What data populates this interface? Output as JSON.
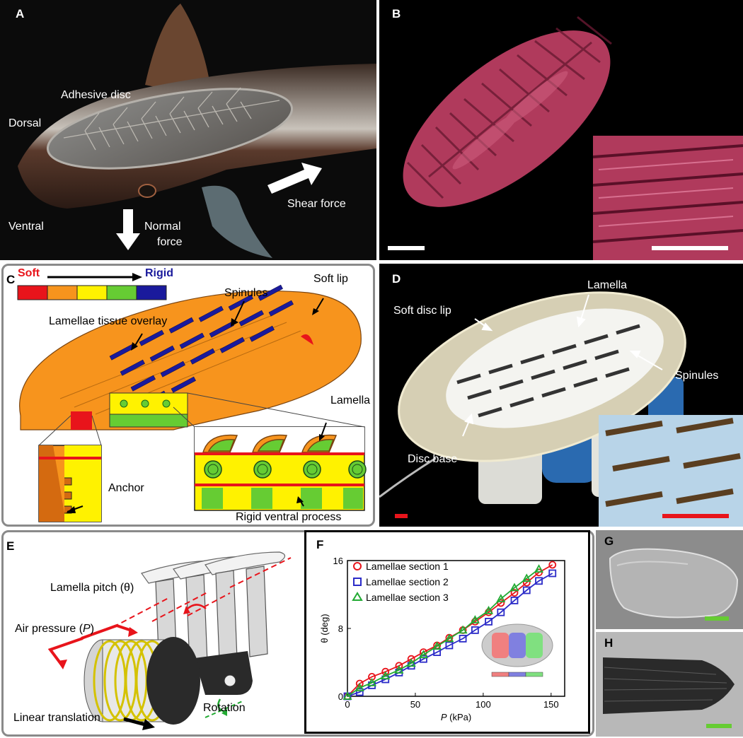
{
  "panels": {
    "A": {
      "label": "A",
      "annotations": {
        "adhesive_disc": "Adhesive disc",
        "dorsal": "Dorsal",
        "ventral": "Ventral",
        "normal_force_1": "Normal",
        "normal_force_2": "force",
        "shear_force": "Shear force"
      }
    },
    "B": {
      "label": "B"
    },
    "C": {
      "label": "C",
      "scale_soft": "Soft",
      "scale_rigid": "Rigid",
      "scale_colors": [
        "#e8141b",
        "#f7941d",
        "#fff200",
        "#66cc33",
        "#1a1a9c"
      ],
      "annotations": {
        "spinules": "Spinules",
        "soft_lip": "Soft lip",
        "tissue_overlay": "Lamellae tissue overlay",
        "lamella": "Lamella",
        "anchor": "Anchor",
        "ventral_process": "Rigid ventral process"
      }
    },
    "D": {
      "label": "D",
      "annotations": {
        "lamella": "Lamella",
        "soft_disc_lip": "Soft disc lip",
        "spinules": "Spinules",
        "disc_base": "Disc base"
      }
    },
    "E": {
      "label": "E",
      "annotations": {
        "lamella_pitch": "Lamella pitch (θ)",
        "air_pressure_prefix": "Air pressure (",
        "air_pressure_var": "P",
        "air_pressure_suffix": ")",
        "rotation": "Rotation",
        "linear_translation": "Linear translation"
      }
    },
    "F": {
      "label": "F"
    },
    "G": {
      "label": "G"
    },
    "H": {
      "label": "H"
    }
  },
  "chart_data": {
    "type": "scatter",
    "xlabel_var": "P",
    "xlabel_unit": " (kPa)",
    "ylabel": "θ (deg)",
    "xlim": [
      0,
      160
    ],
    "ylim": [
      0,
      16
    ],
    "xticks": [
      0,
      50,
      100,
      150
    ],
    "yticks": [
      0,
      8,
      16
    ],
    "legend_position": "top-left",
    "series": [
      {
        "name": "Lamellae section 1",
        "marker": "circle",
        "color": "#e8141b",
        "x": [
          0,
          9,
          18,
          28,
          38,
          47,
          56,
          66,
          75,
          85,
          94,
          104,
          113,
          123,
          132,
          141,
          151
        ],
        "y": [
          0,
          1.5,
          2.3,
          2.9,
          3.6,
          4.4,
          5.2,
          6.0,
          6.9,
          7.8,
          8.8,
          9.9,
          11.0,
          12.2,
          13.4,
          14.6,
          15.5
        ]
      },
      {
        "name": "Lamellae section 2",
        "marker": "square",
        "color": "#2b2bc8",
        "x": [
          0,
          9,
          18,
          28,
          38,
          47,
          56,
          66,
          75,
          85,
          94,
          104,
          113,
          123,
          132,
          141,
          151
        ],
        "y": [
          0,
          0.5,
          1.3,
          2.0,
          2.8,
          3.6,
          4.4,
          5.2,
          6.0,
          6.8,
          7.8,
          8.8,
          9.9,
          11.3,
          12.5,
          13.6,
          14.5
        ]
      },
      {
        "name": "Lamellae section 3",
        "marker": "triangle",
        "color": "#22aa33",
        "x": [
          0,
          9,
          18,
          28,
          38,
          47,
          56,
          66,
          75,
          85,
          94,
          104,
          113,
          123,
          132,
          141
        ],
        "y": [
          0,
          1.0,
          1.6,
          2.4,
          3.1,
          3.9,
          4.9,
          5.9,
          6.8,
          7.8,
          9.0,
          10.1,
          11.5,
          12.8,
          13.9,
          15.0
        ]
      }
    ],
    "inset_colors": [
      "#f08080",
      "#8080e0",
      "#80e080"
    ]
  }
}
